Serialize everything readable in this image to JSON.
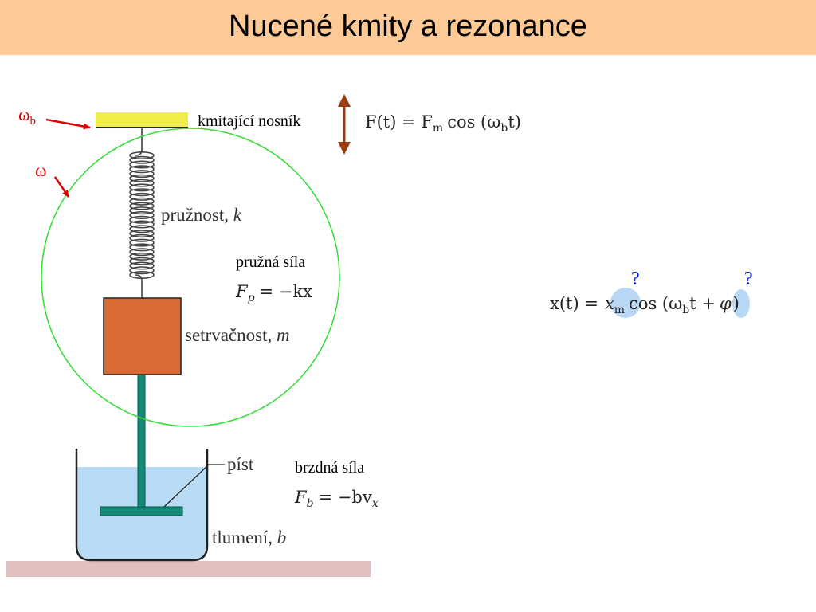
{
  "title": "Nucené kmity a rezonance",
  "labels": {
    "omega_b_symbol": "ω",
    "omega_b_sub": "b",
    "omega_symbol": "ω",
    "beam": "kmitající nosník",
    "stiffness_word": "pružnost,",
    "stiffness_var": "k",
    "elastic_force": "pružná síla",
    "inertia_word": "setrvačnost,",
    "inertia_var": "m",
    "piston": "píst",
    "braking_force": "brzdná síla",
    "damping_word": "tlumení,",
    "damping_var": "b"
  },
  "equations": {
    "drive_force": {
      "lhs": "F(t) = F",
      "sub_m": "m",
      "cos": "cos (ω",
      "sub_b": "b",
      "tail": "t)"
    },
    "elastic": {
      "lhs": "F",
      "sub": "p",
      "rhs": "= −kx"
    },
    "braking": {
      "lhs": "F",
      "sub": "b",
      "rhs": "= −bv",
      "sub_x": "x"
    },
    "solution": {
      "lhs": "x(t) =",
      "amp": "x",
      "amp_sub": "m",
      "cos": "cos (ω",
      "sub_b": "b",
      "mid": "t +",
      "phase": "φ",
      "close": ")"
    }
  },
  "unknown_marks": [
    "?",
    "?"
  ],
  "colors": {
    "title_bar": "#fdc995",
    "beam": "#f0ec4a",
    "mass": "#d96a35",
    "rod": "#168a78",
    "liquid": "#b8dcf5",
    "ground": "#e2c0c0",
    "circle": "#33dd33",
    "highlight": "#b8d8f4",
    "arrow_red": "#e00000",
    "arrow_brown": "#9a3d10",
    "question_blue": "#0020e0"
  },
  "icons": {
    "double_arrow": "vertical-double-arrow-icon",
    "pointer_arrow": "red-pointer-arrow-icon"
  }
}
